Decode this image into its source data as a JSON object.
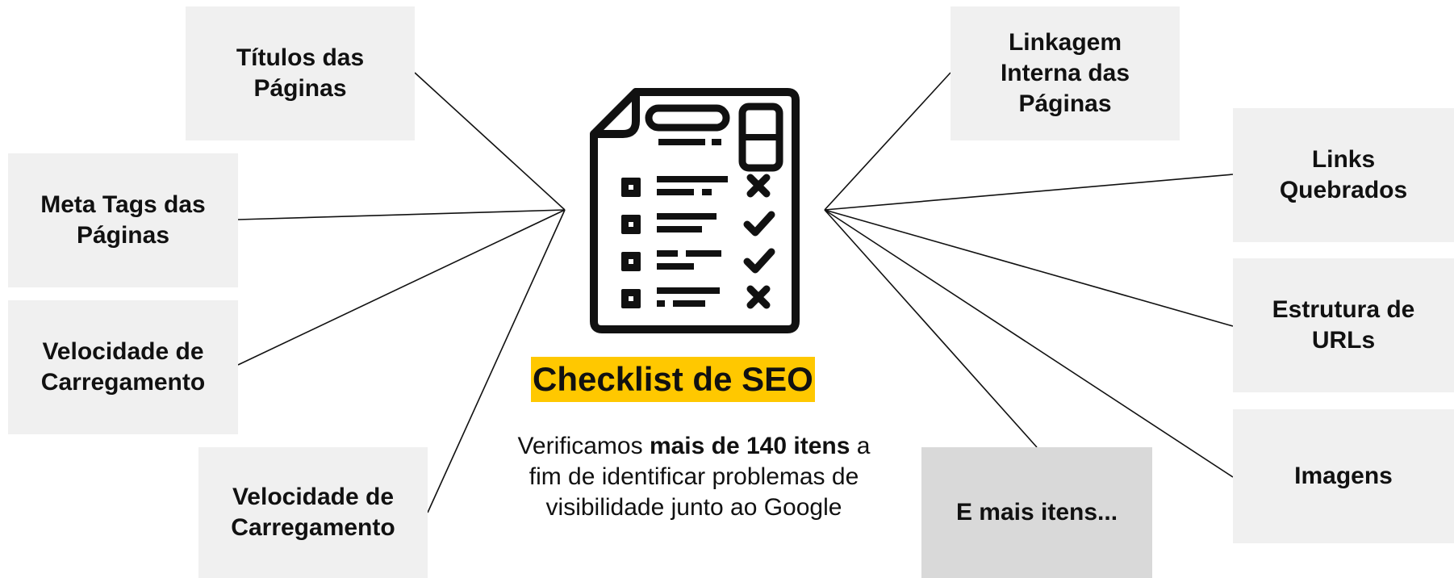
{
  "left_items": [
    {
      "line1": "Títulos das",
      "line2": "Páginas"
    },
    {
      "line1": "Meta Tags das",
      "line2": "Páginas"
    },
    {
      "line1": "Velocidade de",
      "line2": "Carregamento"
    },
    {
      "line1": "Velocidade de",
      "line2": "Carregamento"
    }
  ],
  "right_items": [
    {
      "line1": "Linkagem",
      "line2": "Interna das",
      "line3": "Páginas"
    },
    {
      "line1": "Links",
      "line2": "Quebrados"
    },
    {
      "line1": "Estrutura de",
      "line2": "URLs"
    },
    {
      "line1": "Imagens"
    },
    {
      "line1": "E mais itens..."
    }
  ],
  "center": {
    "title": "Checklist de SEO",
    "desc_part1": "Verificamos ",
    "desc_bold": "mais de 140 itens",
    "desc_part2": " a fim de identificar problemas de visibilidade junto ao Google"
  },
  "colors": {
    "highlight": "#ffc800",
    "box_bg": "#f0f0f0",
    "box_bg_dark": "#d9d9d9",
    "text": "#111111"
  },
  "icons": {
    "center": "checklist-document-icon"
  }
}
